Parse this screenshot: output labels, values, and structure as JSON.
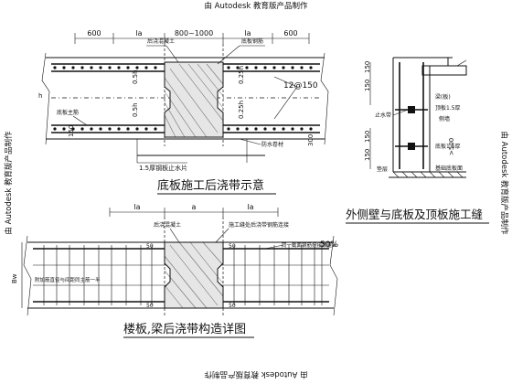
{
  "watermark": {
    "top": "由 Autodesk 教育版产品制作",
    "bottom": "由 Autodesk 教育版产品制作",
    "left": "由 Autodesk 教育版产品制作",
    "right": "由 Autodesk 教育版产品制作"
  },
  "slab_detail": {
    "title": "底板施工后浇带示意",
    "dims": {
      "d600_left": "600",
      "la_left": "la",
      "d800_1000": "800~1000",
      "la_right": "la",
      "d600_right": "600"
    },
    "labels": {
      "post_concrete": "后浇混凝土",
      "steel_plate": "底板钢筋",
      "half_h1": "0.5h",
      "half_h2": "0.5h",
      "quarter_h1": "0.25h",
      "quarter_h2": "0.25h",
      "h": "h",
      "rebar_12": "12@150",
      "waterproof": "防水卷材",
      "bottom_note": "1.5厚钢板止水片",
      "slab_band": "底板主筋",
      "d150": "150",
      "d300": "300"
    }
  },
  "wall_detail": {
    "title": "外侧壁与底板及顶板施工缝",
    "labels": {
      "d150_a": "150",
      "d150_b": "150",
      "d150_c": "150",
      "d150_d": "150",
      "waterstop": "止水带",
      "beam": "梁(板)",
      "seam1": "顶板1.5厚",
      "wall": "侧墙",
      "seam2": "底板1.5厚",
      "d500": ">500",
      "bottom": "垫层",
      "floor": "基础底板面"
    }
  },
  "beam_detail": {
    "title": "楼板,梁后浇带构造详图",
    "dims": {
      "la_left": "la",
      "a": "a",
      "la_right": "la"
    },
    "labels": {
      "post_concrete": "后浇混凝土",
      "note_top": "施工缝处后浇带钢筋连接",
      "bw": "Bw",
      "fifty_1": "50",
      "fifty_2": "50",
      "fifty_3": "50",
      "fifty_4": "50",
      "pct": "50%",
      "note_right": "同一截面钢筋搭接数量≤",
      "note_left": "附加筋直径与间距同主筋一半"
    }
  }
}
